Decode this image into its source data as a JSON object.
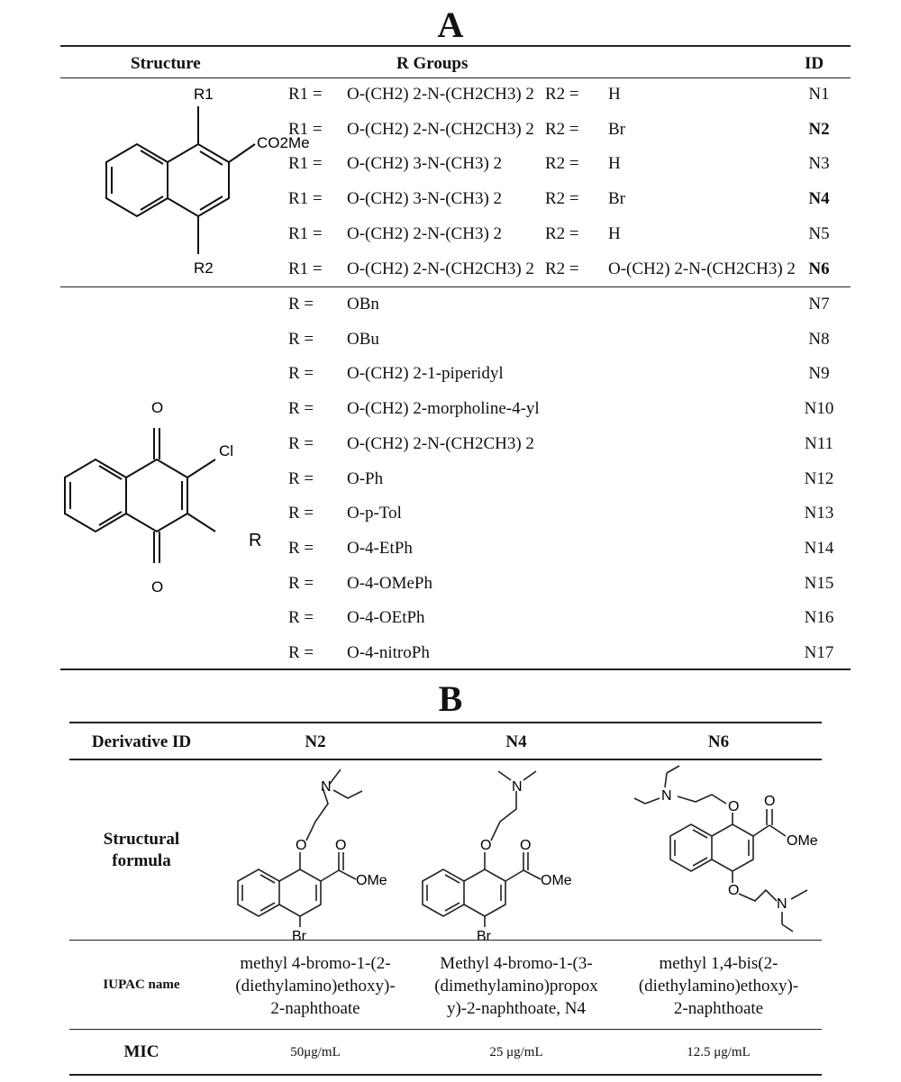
{
  "section_a": {
    "title": "A",
    "headers": {
      "structure": "Structure",
      "r_groups": "R Groups",
      "id": "ID"
    },
    "structure1_labels": {
      "r1": "R1",
      "r2": "R2",
      "ester": "CO2Me"
    },
    "structure2_labels": {
      "o_top": "O",
      "o_bottom": "O",
      "cl": "Cl",
      "r": "R"
    },
    "rows1": [
      {
        "r1_label": "R1 =",
        "r1_value": "O-(CH2) 2-N-(CH2CH3) 2",
        "r2_label": "R2 =",
        "r2_value": "H",
        "id": "N1",
        "bold": false
      },
      {
        "r1_label": "R1 =",
        "r1_value": "O-(CH2) 2-N-(CH2CH3) 2",
        "r2_label": "R2 =",
        "r2_value": "Br",
        "id": "N2",
        "bold": true
      },
      {
        "r1_label": "R1 =",
        "r1_value": "O-(CH2) 3-N-(CH3) 2",
        "r2_label": "R2 =",
        "r2_value": "H",
        "id": "N3",
        "bold": false
      },
      {
        "r1_label": "R1 =",
        "r1_value": "O-(CH2) 3-N-(CH3) 2",
        "r2_label": "R2 =",
        "r2_value": "Br",
        "id": "N4",
        "bold": true
      },
      {
        "r1_label": "R1 =",
        "r1_value": "O-(CH2) 2-N-(CH3) 2",
        "r2_label": "R2 =",
        "r2_value": "H",
        "id": "N5",
        "bold": false
      },
      {
        "r1_label": "R1 =",
        "r1_value": "O-(CH2) 2-N-(CH2CH3) 2",
        "r2_label": "R2 =",
        "r2_value": "O-(CH2) 2-N-(CH2CH3) 2",
        "id": "N6",
        "bold": true
      }
    ],
    "rows2": [
      {
        "label": "R =",
        "value": "OBn",
        "id": "N7"
      },
      {
        "label": "R =",
        "value": "OBu",
        "id": "N8"
      },
      {
        "label": "R =",
        "value": "O-(CH2) 2-1-piperidyl",
        "id": "N9"
      },
      {
        "label": "R =",
        "value": "O-(CH2) 2-morpholine-4-yl",
        "id": "N10"
      },
      {
        "label": "R =",
        "value": "O-(CH2) 2-N-(CH2CH3) 2",
        "id": "N11"
      },
      {
        "label": "R =",
        "value": "O-Ph",
        "id": "N12"
      },
      {
        "label": "R =",
        "value": "O-p-Tol",
        "id": "N13"
      },
      {
        "label": "R =",
        "value": "O-4-EtPh",
        "id": "N14"
      },
      {
        "label": "R =",
        "value": "O-4-OMePh",
        "id": "N15"
      },
      {
        "label": "R =",
        "value": "O-4-OEtPh",
        "id": "N16"
      },
      {
        "label": "R =",
        "value": "O-4-nitroPh",
        "id": "N17"
      }
    ]
  },
  "section_b": {
    "title": "B",
    "header": {
      "label": "Derivative ID",
      "n2": "N2",
      "n4": "N4",
      "n6": "N6"
    },
    "structural": {
      "label_line1": "Structural",
      "label_line2": "formula"
    },
    "chem_labels": {
      "n": "N",
      "o": "O",
      "ome": "OMe",
      "br": "Br"
    },
    "iupac": {
      "label": "IUPAC name",
      "n2": [
        "methyl 4-bromo-1-(2-",
        "(diethylamino)ethoxy)-",
        "2-naphthoate"
      ],
      "n4": [
        "Methyl 4-bromo-1-(3-",
        "(dimethylamino)propox",
        "y)-2-naphthoate, N4"
      ],
      "n6": [
        "methyl 1,4-bis(2-",
        "(diethylamino)ethoxy)-",
        "2-naphthoate"
      ]
    },
    "mic": {
      "label": "MIC",
      "n2": "50μg/mL",
      "n4": "25 μg/mL",
      "n6": "12.5 μg/mL"
    }
  }
}
